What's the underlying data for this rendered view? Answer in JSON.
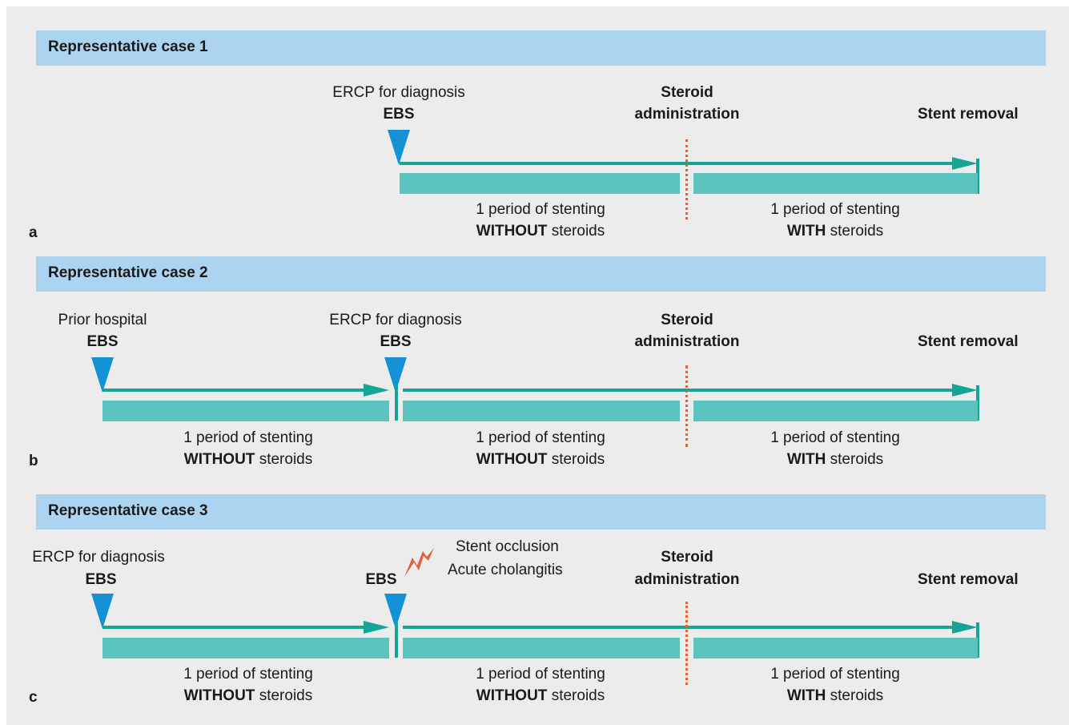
{
  "panels": [
    {
      "title": "Representative case 1",
      "letter": "a",
      "labels": {
        "ercp": "ERCP for diagnosis",
        "ebs": "EBS",
        "steroid_line1": "Steroid",
        "steroid_line2": "administration",
        "stent_removal": "Stent removal"
      },
      "segments": [
        {
          "line1": "1 period of stenting",
          "bold": "WITHOUT",
          "rest": " steroids"
        },
        {
          "line1": "1 period of stenting",
          "bold": "WITH",
          "rest": " steroids"
        }
      ]
    },
    {
      "title": "Representative case 2",
      "letter": "b",
      "labels": {
        "prior_hospital": "Prior hospital",
        "ebs1": "EBS",
        "ercp": "ERCP for diagnosis",
        "ebs2": "EBS",
        "steroid_line1": "Steroid",
        "steroid_line2": "administration",
        "stent_removal": "Stent removal"
      },
      "segments": [
        {
          "line1": "1 period of stenting",
          "bold": "WITHOUT",
          "rest": " steroids"
        },
        {
          "line1": "1 period of stenting",
          "bold": "WITHOUT",
          "rest": " steroids"
        },
        {
          "line1": "1 period of stenting",
          "bold": "WITH",
          "rest": " steroids"
        }
      ]
    },
    {
      "title": "Representative case 3",
      "letter": "c",
      "labels": {
        "ercp": "ERCP for diagnosis",
        "ebs1": "EBS",
        "ebs2": "EBS",
        "event_line1": "Stent occlusion",
        "event_line2": "Acute cholangitis",
        "steroid_line1": "Steroid",
        "steroid_line2": "administration",
        "stent_removal": "Stent removal"
      },
      "segments": [
        {
          "line1": "1 period of stenting",
          "bold": "WITHOUT",
          "rest": " steroids"
        },
        {
          "line1": "1 period of stenting",
          "bold": "WITHOUT",
          "rest": " steroids"
        },
        {
          "line1": "1 period of stenting",
          "bold": "WITH",
          "rest": " steroids"
        }
      ]
    }
  ],
  "colors": {
    "header": "#acd3ef",
    "stent_bar": "#5cc4bf",
    "timeline_arrow": "#15a597",
    "ebs_marker": "#1592d6",
    "steroid_line": "#e0633a",
    "lightning": "#e2603b",
    "background": "#ececec"
  },
  "icons": {
    "ebs_marker": "triangle-down",
    "event": "lightning-bolt"
  }
}
